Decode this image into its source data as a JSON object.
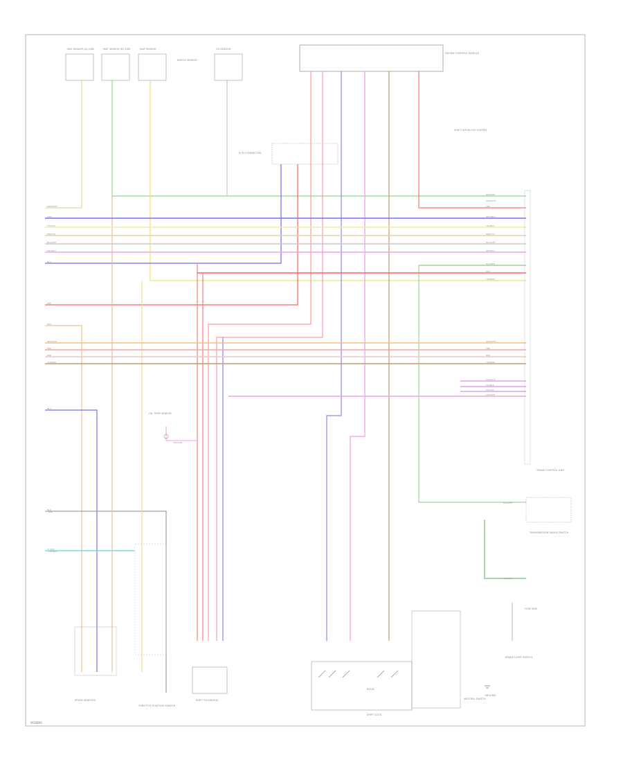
{
  "footer": {
    "code": "W3SB00"
  },
  "components": {
    "sensor1": "MAF SENSOR (A) SIDE",
    "sensor2": "MAF SENSOR (B) SIDE",
    "sensor3": "MAP SENSOR",
    "sensor4": "KNOCK SENSOR",
    "sensor5": "O2 SENSOR",
    "tcm": "TRANS CONTROL UNIT",
    "pcm_top": "ENGINE CONTROL MODULE",
    "pcm_connector": "ECM CONNECTOR",
    "speed_sensors": "SPEED SENSORS",
    "throttle": "THROTTLE POSITION SENSOR",
    "solenoid_block": "SHIFT SOLENOIDS",
    "shift_lock": "SHIFT LOCK",
    "shift_interlock": "SHIFT INTERLOCK SYSTEM",
    "range_switch": "TRANSMISSION RANGE SWITCH",
    "brake_switch": "BRAKE LIGHT SWITCH",
    "fuse": "FUSE BOX",
    "ground_module": "NEUTRAL SWITCH",
    "ground_bottom": "GROUND",
    "oil_sensor": "OIL TEMP SENSOR",
    "main_relay": "RELAY"
  },
  "left_wires": [
    "GRN/WHT",
    "WHT",
    "YEL/BLU",
    "BRN/YEL",
    "BLU/WHT",
    "GRY/BLU",
    "BLU",
    "RED",
    "ORG",
    "GRN/WHT",
    "PNK",
    "RED",
    "YEL/BRN",
    "BLU",
    "BLK",
    "LT GRN"
  ],
  "right_wires": [
    "BRN/RED",
    "GRN/WHT",
    "PNK",
    "WHT/BLU",
    "YEL/BLU",
    "BRN/YEL",
    "BLU/WHT",
    "GRY/BLU",
    "BLU/RED",
    "RED",
    "YEL/BRN",
    "GRN/WHT",
    "PNK",
    "RED",
    "YEL/BRN",
    "VIO/WHT",
    "VIO/BLK",
    "VIO/YEL",
    "VIO/GRN"
  ],
  "lower_labels": {
    "wire_a": "VIO/GRN",
    "wire_b": "PNK/BLU",
    "gnd1": "BLK/WHT",
    "gnd2": "GRN/BLK",
    "gnd3": "BLK"
  }
}
